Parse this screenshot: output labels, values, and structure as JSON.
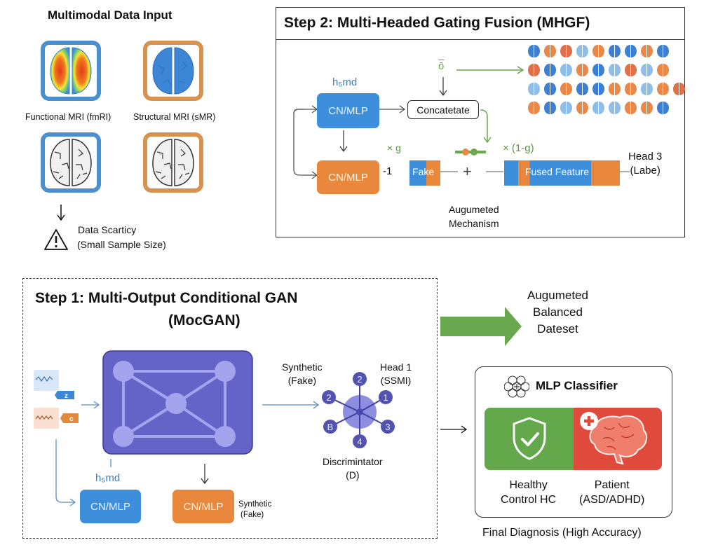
{
  "multimodal_input": {
    "title": "Multimodal Data Input",
    "modalities": [
      {
        "label": "Functional MRI (fmRI)",
        "color": "#4a90d0"
      },
      {
        "label": "Structural MRI (sMR)",
        "color": "#d9924e"
      }
    ],
    "warning": {
      "line1": "Data Scarticy",
      "line2": "(Small Sample Size)",
      "icon": "warning-triangle-icon"
    }
  },
  "step2": {
    "title": "Step 2: Multi-Headed Gating Fusion (MHGF)",
    "h_label": "h₅md",
    "cn_mlp_top": "CN/MLP",
    "cn_mlp_bottom": "CN/MLP",
    "concatenate": "Concatetate",
    "gate_symbol": "ō",
    "mult_g": "× g",
    "mult_1g": "× (1-g)",
    "minus_one": "-1",
    "fake_label": "Fake",
    "plus": "+",
    "fused_label": "Fused Feature",
    "head3_line1": "Head 3",
    "head3_line2": "(Labe)",
    "mechanism_line1": "Augumeted",
    "mechanism_line2": "Mechanism",
    "brain_grid_colors": [
      [
        "#3d7fd0",
        "#e8894a",
        "#e0704a",
        "#8fbfe8",
        "#e8894a",
        "#3d7fd0",
        "#3d7fd0",
        "#e8894a",
        "#3d7fd0"
      ],
      [
        "#e0704a",
        "#3d7fd0",
        "#8fbfe8",
        "#e8894a",
        "#3d7fd0",
        "#8fbfe8",
        "#e0704a",
        "#8fbfe8",
        "#e8894a"
      ],
      [
        "#8fbfe8",
        "#3d7fd0",
        "#e8894a",
        "#3d7fd0",
        "#3d7fd0",
        "#e8894a",
        "#e8894a",
        "#8fbfe8",
        "#e8894a",
        "#e0704a"
      ],
      [
        "#e8894a",
        "#3d7fd0",
        "#8fbfe8",
        "#e8894a",
        "#8fbfe8",
        "#8fbfe8",
        "#e8894a",
        "#e8894a",
        "#3d7fd0"
      ]
    ]
  },
  "step1": {
    "title_line1": "Step 1: Multi-Output Conditional GAN",
    "title_line2": "(MocGAN)",
    "noise_tag": "z",
    "condition_tag": "c",
    "h_label": "h₅md",
    "cn_mlp_blue": "CN/MLP",
    "cn_mlp_orange": "CN/MLP",
    "synthetic_bottom_line1": "Synthetic",
    "synthetic_bottom_line2": "(Fake)",
    "synthetic_line1": "Synthetic",
    "synthetic_line2": "(Fake)",
    "head1_line1": "Head 1",
    "head1_line2": "(SSMI)",
    "discriminator_line1": "Discrimintator",
    "discriminator_line2": "(D)",
    "disc_nodes": [
      "2",
      "1",
      "3",
      "4",
      "B",
      "2"
    ]
  },
  "augmented": {
    "line1": "Augumeted",
    "line2": "Balanced",
    "line3": "Dateset"
  },
  "classifier": {
    "title": "MLP Classifier",
    "healthy_line1": "Healthy",
    "healthy_line2": "Control HC",
    "patient_line1": "Patient",
    "patient_line2": "(ASD/ADHD)",
    "healthy_color": "#63a84a",
    "patient_color": "#e04a3c"
  },
  "final_diagnosis": "Final Diagnosis (High Accuracy)"
}
